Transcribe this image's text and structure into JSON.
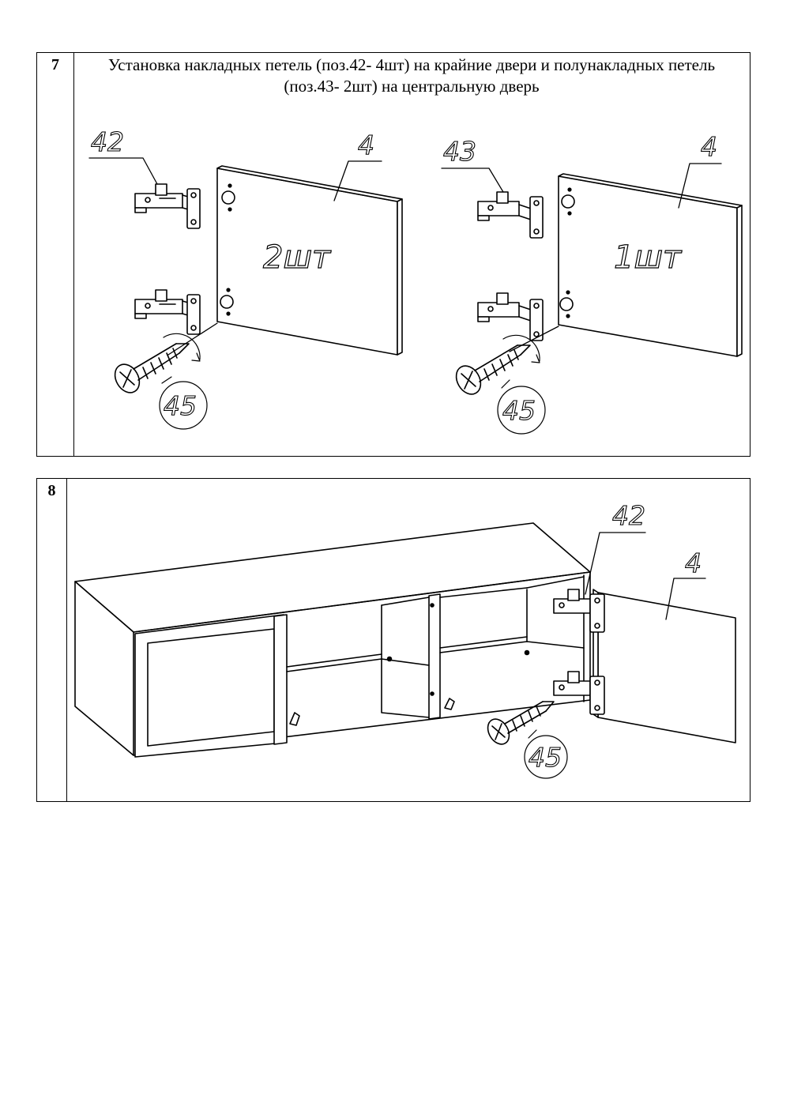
{
  "steps": [
    {
      "number": "7",
      "text": "Установка накладных петель (поз.42- 4шт) на крайние двери и полунакладных петель (поз.43- 2шт) на центральную дверь",
      "callouts": {
        "left_hinge": "42",
        "left_door": "4",
        "left_qty": "2шт",
        "left_screw": "45",
        "right_hinge": "43",
        "right_door": "4",
        "right_qty": "1шт",
        "right_screw": "45"
      }
    },
    {
      "number": "8",
      "callouts": {
        "hinge": "42",
        "door": "4",
        "screw": "45"
      }
    }
  ]
}
